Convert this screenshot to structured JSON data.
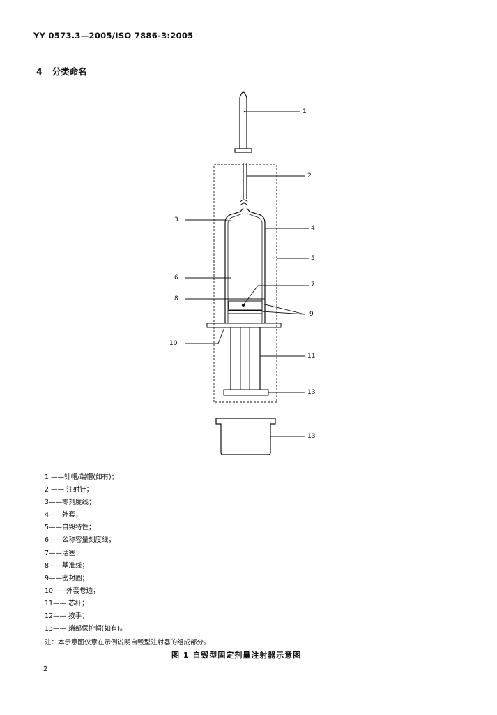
{
  "header": {
    "text": "YY 0573.3—2005/ISO 7886-3:2005"
  },
  "section": {
    "number": "4",
    "title": "分类命名"
  },
  "callouts": [
    "1",
    "2",
    "3",
    "4",
    "5",
    "6",
    "7",
    "8",
    "9",
    "10",
    "11",
    "13",
    "13"
  ],
  "legend": [
    "1 ——针帽/端帽(如有)；",
    "2 —— 注射针；",
    "3——零刻度线；",
    "4——外套；",
    "5——自毁特性；",
    "6——公称容量刻度线；",
    "7——活塞；",
    "8——基准线；",
    "9——密封圈；",
    "10——外套卷边；",
    "11—— 芯杆；",
    "12—— 按手；",
    "13—— 端部保护帽(如有)。"
  ],
  "note": "注：本示意图仅意在示例说明自毁型注射器的组成部分。",
  "caption": "图 1   自毁型固定剂量注射器示意图",
  "page_number": "2"
}
